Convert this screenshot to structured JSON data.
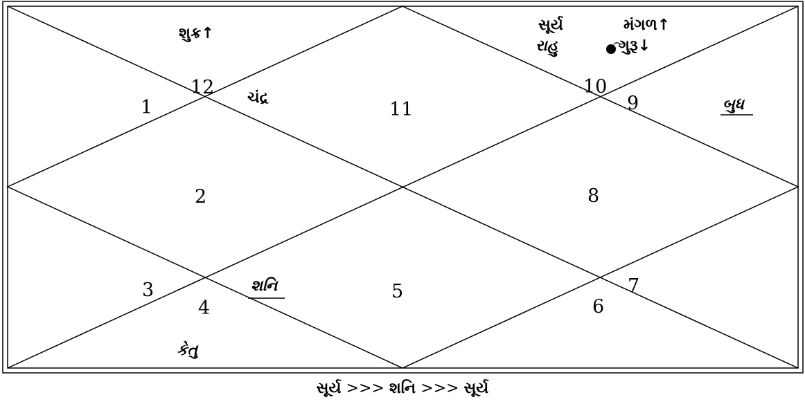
{
  "houses": [
    {
      "id": "h1",
      "number": "1"
    },
    {
      "id": "h2",
      "number": "2"
    },
    {
      "id": "h3",
      "number": "3"
    },
    {
      "id": "h4",
      "number": "4"
    },
    {
      "id": "h5",
      "number": "5"
    },
    {
      "id": "h6",
      "number": "6"
    },
    {
      "id": "h7",
      "number": "7"
    },
    {
      "id": "h8",
      "number": "8"
    },
    {
      "id": "h9",
      "number": "9"
    },
    {
      "id": "h10",
      "number": "10"
    },
    {
      "id": "h11",
      "number": "11"
    },
    {
      "id": "h12",
      "number": "12"
    }
  ],
  "planets": {
    "shukra": "શુક્ર↑",
    "chandra": "ચંદ્ર",
    "surya": "સૂર્ય",
    "rahu": "રાહુ",
    "mangal": "મંગળ↑",
    "guru": "ગુરૂ↓",
    "budh": "બુધ",
    "shani": "શનિ",
    "ketu": "કેતુ"
  },
  "footer": {
    "part1": "સૂર્ય",
    "sep1": ">>>",
    "part2": "શનિ",
    "sep2": ">>>",
    "part3": "સૂર્ય"
  }
}
